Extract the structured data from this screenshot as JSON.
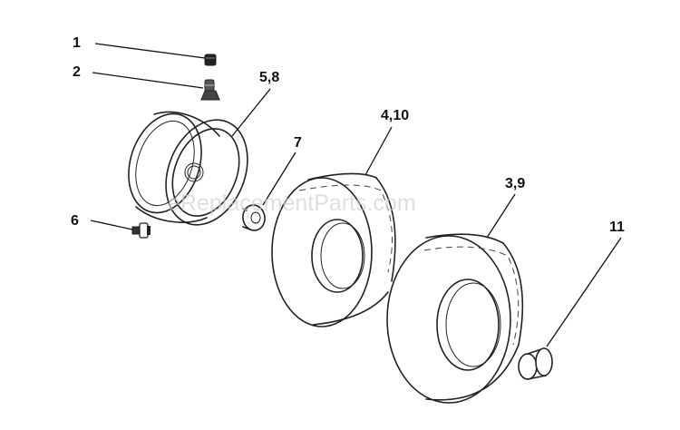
{
  "callouts": {
    "c1": "1",
    "c2": "2",
    "c58": "5,8",
    "c7": "7",
    "c410": "4,10",
    "c39": "3,9",
    "c6": "6",
    "c11": "11"
  },
  "watermark": "eReplacementParts.com"
}
